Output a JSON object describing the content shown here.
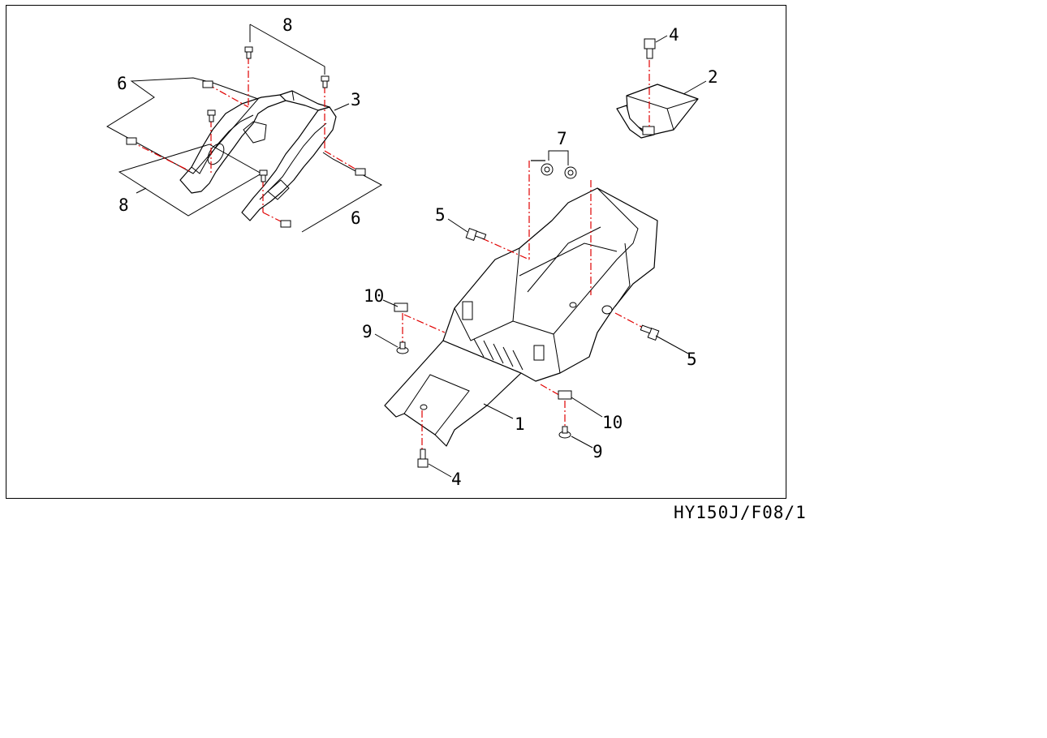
{
  "drawing_code": "HY150J/F08/1",
  "callouts": [
    {
      "id": "c8a",
      "text": "8"
    },
    {
      "id": "c6a",
      "text": "6"
    },
    {
      "id": "c3",
      "text": "3"
    },
    {
      "id": "c8b",
      "text": "8"
    },
    {
      "id": "c6b",
      "text": "6"
    },
    {
      "id": "c4a",
      "text": "4"
    },
    {
      "id": "c2",
      "text": "2"
    },
    {
      "id": "c7",
      "text": "7"
    },
    {
      "id": "c5a",
      "text": "5"
    },
    {
      "id": "c10a",
      "text": "10"
    },
    {
      "id": "c9a",
      "text": "9"
    },
    {
      "id": "c5b",
      "text": "5"
    },
    {
      "id": "c1",
      "text": "1"
    },
    {
      "id": "c10b",
      "text": "10"
    },
    {
      "id": "c9b",
      "text": "9"
    },
    {
      "id": "c4b",
      "text": "4"
    }
  ],
  "colors": {
    "centerline": "#e00000",
    "line": "#000000",
    "background": "#ffffff"
  }
}
